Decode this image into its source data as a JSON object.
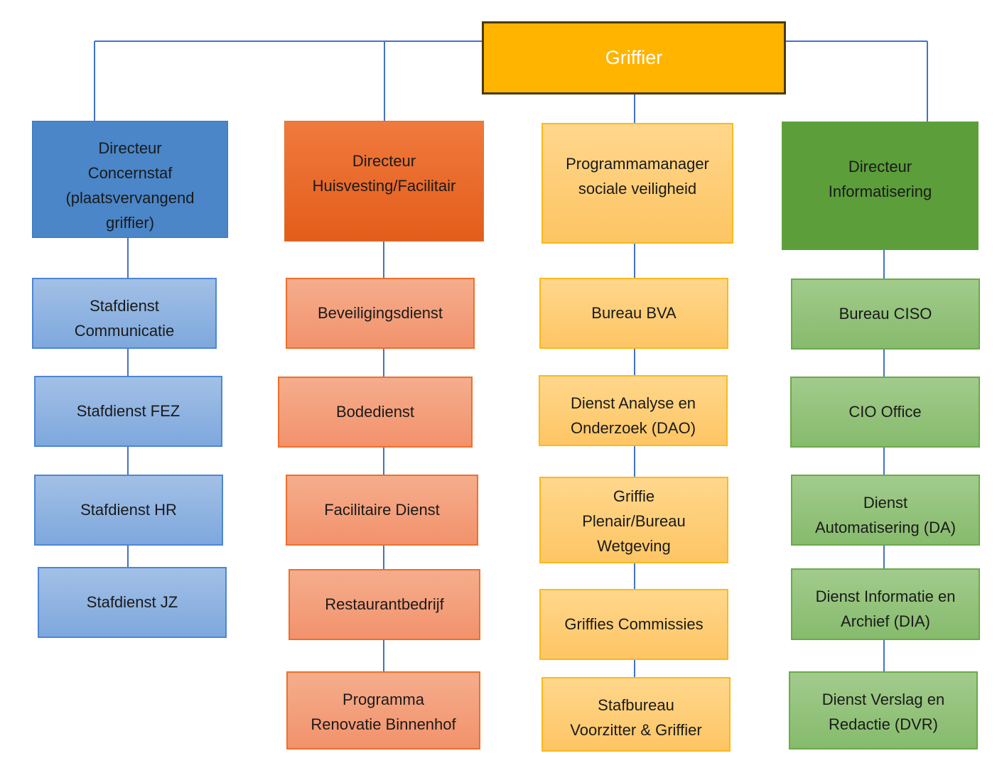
{
  "diagram": {
    "type": "org-chart",
    "connector_color": "#4472c4",
    "root": {
      "label": "Griffier",
      "color": "#ffb400"
    },
    "columns": [
      {
        "id": "concernstaf",
        "color": "#4a86c8",
        "head": {
          "lines": [
            "Directeur",
            "Concernstaf",
            "(plaatsvervangend",
            "griffier)"
          ]
        },
        "units": [
          {
            "lines": [
              "Stafdienst",
              "Communicatie"
            ]
          },
          {
            "lines": [
              "Stafdienst FEZ"
            ]
          },
          {
            "lines": [
              "Stafdienst HR"
            ]
          },
          {
            "lines": [
              "Stafdienst JZ"
            ]
          }
        ]
      },
      {
        "id": "huisvesting",
        "color": "#e8672a",
        "head": {
          "lines": [
            "Directeur",
            "Huisvesting/Facilitair"
          ]
        },
        "units": [
          {
            "lines": [
              "Beveiligingsdienst"
            ]
          },
          {
            "lines": [
              "Bodedienst"
            ]
          },
          {
            "lines": [
              "Facilitaire Dienst"
            ]
          },
          {
            "lines": [
              "Restaurantbedrijf"
            ]
          },
          {
            "lines": [
              "Programma",
              "Renovatie Binnenhof"
            ]
          }
        ]
      },
      {
        "id": "sociale-veiligheid",
        "color": "#fdc463",
        "head": {
          "lines": [
            "Programmamanager",
            "sociale veiligheid"
          ]
        },
        "units": [
          {
            "lines": [
              "Bureau BVA"
            ]
          },
          {
            "lines": [
              "Dienst Analyse en",
              "Onderzoek (DAO)"
            ]
          },
          {
            "lines": [
              "Griffie",
              "Plenair/Bureau",
              "Wetgeving"
            ]
          },
          {
            "lines": [
              "Griffies Commissies"
            ]
          },
          {
            "lines": [
              "Stafbureau",
              "Voorzitter & Griffier"
            ]
          }
        ]
      },
      {
        "id": "informatisering",
        "color": "#5b9e3a",
        "head": {
          "lines": [
            "Directeur",
            "Informatisering"
          ]
        },
        "units": [
          {
            "lines": [
              "Bureau CISO"
            ]
          },
          {
            "lines": [
              "CIO Office"
            ]
          },
          {
            "lines": [
              "Dienst",
              "Automatisering (DA)"
            ]
          },
          {
            "lines": [
              "Dienst Informatie en",
              "Archief (DIA)"
            ]
          },
          {
            "lines": [
              "Dienst Verslag en",
              "Redactie (DVR)"
            ]
          }
        ]
      }
    ]
  }
}
